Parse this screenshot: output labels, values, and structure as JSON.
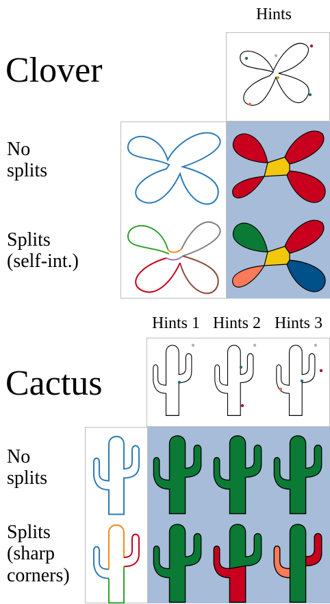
{
  "clover": {
    "title": "Clover",
    "hints_header": "Hints",
    "row_no_splits": [
      "No",
      "splits"
    ],
    "row_splits": [
      "Splits",
      "(self-int.)"
    ]
  },
  "cactus": {
    "title": "Cactus",
    "hints_headers": [
      "Hints 1",
      "Hints 2",
      "Hints 3"
    ],
    "row_no_splits": [
      "No",
      "splits"
    ],
    "row_splits": [
      "Splits",
      "(sharp",
      "corners)"
    ]
  },
  "colors": {
    "background_blue": "#a6bcd8",
    "outline_blue": "#2d7bb6",
    "red": "#c8001e",
    "yellow": "#f2c80f",
    "green": "#0a7a35",
    "dark_blue": "#00508a",
    "salmon": "#fa7a5a",
    "orange": "#f28a1e",
    "purple": "#a070c0",
    "gray": "#808080",
    "brown": "#8b4a3a",
    "line_green": "#30a030"
  }
}
